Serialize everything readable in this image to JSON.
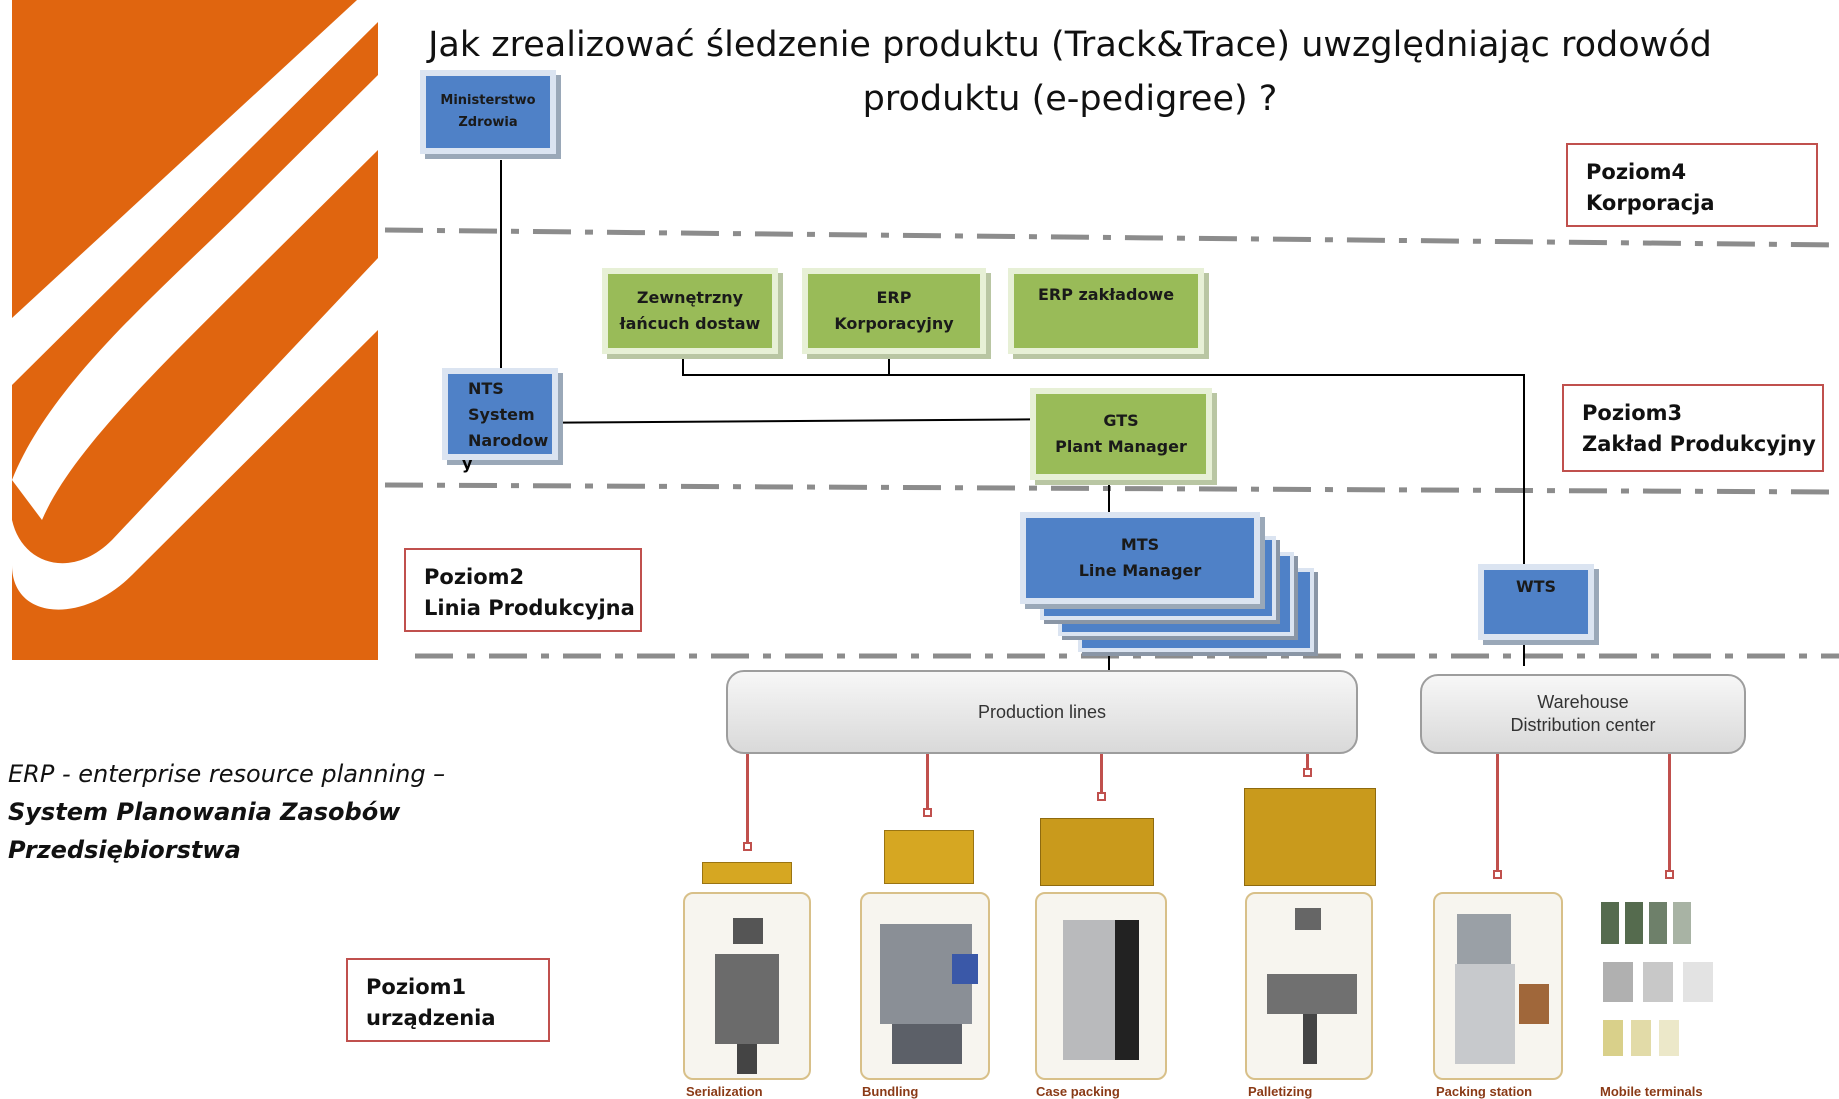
{
  "title": {
    "line1": "Jak zrealizować śledzenie produktu (Track&Trace) uwzględniając rodowód",
    "line2": "produktu (e-pedigree) ?"
  },
  "nodes": {
    "ministerstwo": {
      "line1": "Ministerstwo",
      "line2": "Zdrowia"
    },
    "zewnetrzny": {
      "line1": "Zewnętrzny",
      "line2": "łańcuch dostaw"
    },
    "erp_korp": {
      "line1": "ERP",
      "line2": "Korporacyjny"
    },
    "erp_zaklad": {
      "line1": "ERP zakładowe"
    },
    "nts": {
      "line1": "NTS",
      "line2": "System",
      "line3": "Narodow",
      "line4": "y"
    },
    "gts": {
      "line1": "GTS",
      "line2": "Plant Manager"
    },
    "mts": {
      "line1": "MTS",
      "line2": "Line Manager"
    },
    "wts": {
      "line1": "WTS"
    }
  },
  "levels": {
    "poziom4": {
      "line1": "Poziom4",
      "line2": "Korporacja"
    },
    "poziom3": {
      "line1": "Poziom3",
      "line2": "Zakład Produkcyjny"
    },
    "poziom2": {
      "line1": "Poziom2",
      "line2": "Linia Produkcyjna"
    },
    "poziom1": {
      "line1": "Poziom1",
      "line2": "urządzenia"
    }
  },
  "bands": {
    "production": "Production lines",
    "warehouse_line1": "Warehouse",
    "warehouse_line2": "Distribution center"
  },
  "equipment": [
    {
      "label": "Serialization"
    },
    {
      "label": "Bundling"
    },
    {
      "label": "Case packing"
    },
    {
      "label": "Palletizing"
    },
    {
      "label": "Packing station"
    },
    {
      "label": "Mobile terminals"
    }
  ],
  "legend": {
    "line1": "ERP - enterprise resource planning –",
    "line2": "System Planowania Zasobów",
    "line3": "Przedsiębiorstwa"
  },
  "colors": {
    "logo_orange": "#e0650f",
    "node_blue": "#4f81c7",
    "node_green": "#99bb58",
    "level_border": "#c0504d"
  }
}
